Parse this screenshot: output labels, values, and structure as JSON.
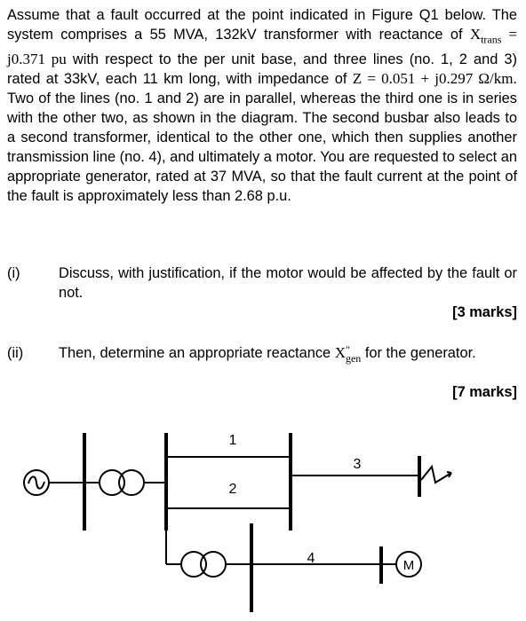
{
  "problem": {
    "p1": "Assume that a fault occurred at the point indicated in Figure Q1 below. The system comprises a 55 MVA, 132kV transformer with reactance of ",
    "x_trans_sym": "X",
    "x_trans_sub": "trans",
    "x_trans_val": " = j0.371 pu",
    "p2": " with respect to the per unit base, and three lines (no. 1, 2 and 3) rated at 33kV, each 11 km long, with impedance of ",
    "z_expr": "Z = 0.051 + j0.297 Ω/km",
    "p3": ". Two of the lines (no. 1 and 2) are in parallel, whereas the third one is in series with the other two, as shown in the diagram. The second busbar also leads to a second transformer, identical to the other one, which then supplies another transmission line (no. 4), and ultimately a motor. You are requested to select an appropriate generator, rated at 37 MVA, so that the fault current at the point of the fault is approximately less than 2.68 p.u."
  },
  "questions": [
    {
      "number": "(i)",
      "text": "Discuss, with justification, if the motor would be affected by the fault or not.",
      "marks": "[3 marks]"
    },
    {
      "number": "(ii)",
      "text_before": "Then, determine an appropriate reactance ",
      "xgen_sym": "X",
      "xgen_sup": "″",
      "xgen_sub": "gen",
      "text_after": " for the generator.",
      "marks": "[7 marks]"
    }
  ],
  "diagram": {
    "line_labels": [
      "1",
      "2",
      "3",
      "4"
    ],
    "motor_label": "M"
  }
}
